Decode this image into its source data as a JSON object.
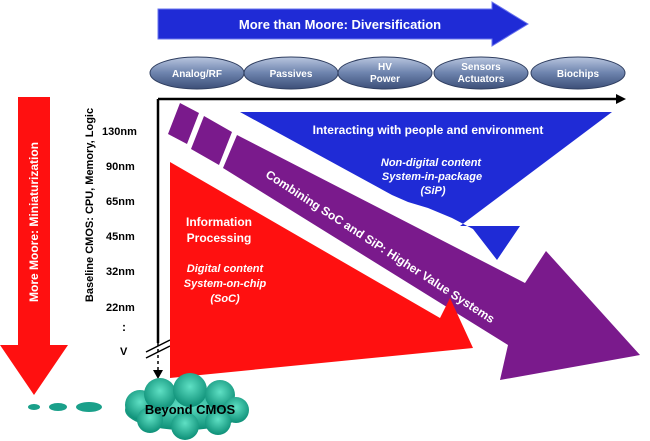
{
  "top_arrow": {
    "label": "More than Moore:  Diversification",
    "color": "#1f2bd6"
  },
  "pills": [
    {
      "line1": "Analog/RF",
      "line2": ""
    },
    {
      "line1": "Passives",
      "line2": ""
    },
    {
      "line1": "HV",
      "line2": "Power"
    },
    {
      "line1": "Sensors",
      "line2": "Actuators"
    },
    {
      "line1": "Biochips",
      "line2": ""
    }
  ],
  "left_arrow": {
    "label": "More Moore:  Miniaturization",
    "color": "#ff1010"
  },
  "baseline": {
    "label": "Baseline CMOS:  CPU, Memory, Logic"
  },
  "nodes": [
    "130nm",
    "90nm",
    "65nm",
    "45nm",
    "32nm",
    "22nm",
    ":",
    "V"
  ],
  "blue_region": {
    "title": "Interacting with people and environment",
    "line1": "Non-digital content",
    "line2": "System-in-package",
    "line3": "(SiP)"
  },
  "red_region": {
    "title1": "Information",
    "title2": "Processing",
    "line1": "Digital content",
    "line2": "System-on-chip",
    "line3": "(SoC)"
  },
  "purple_arrow": {
    "label": "Combining SoC and SiP:  Higher Value Systems",
    "color": "#7a1a8c"
  },
  "cloud": {
    "label": "Beyond CMOS",
    "color": "#1aa08a"
  }
}
